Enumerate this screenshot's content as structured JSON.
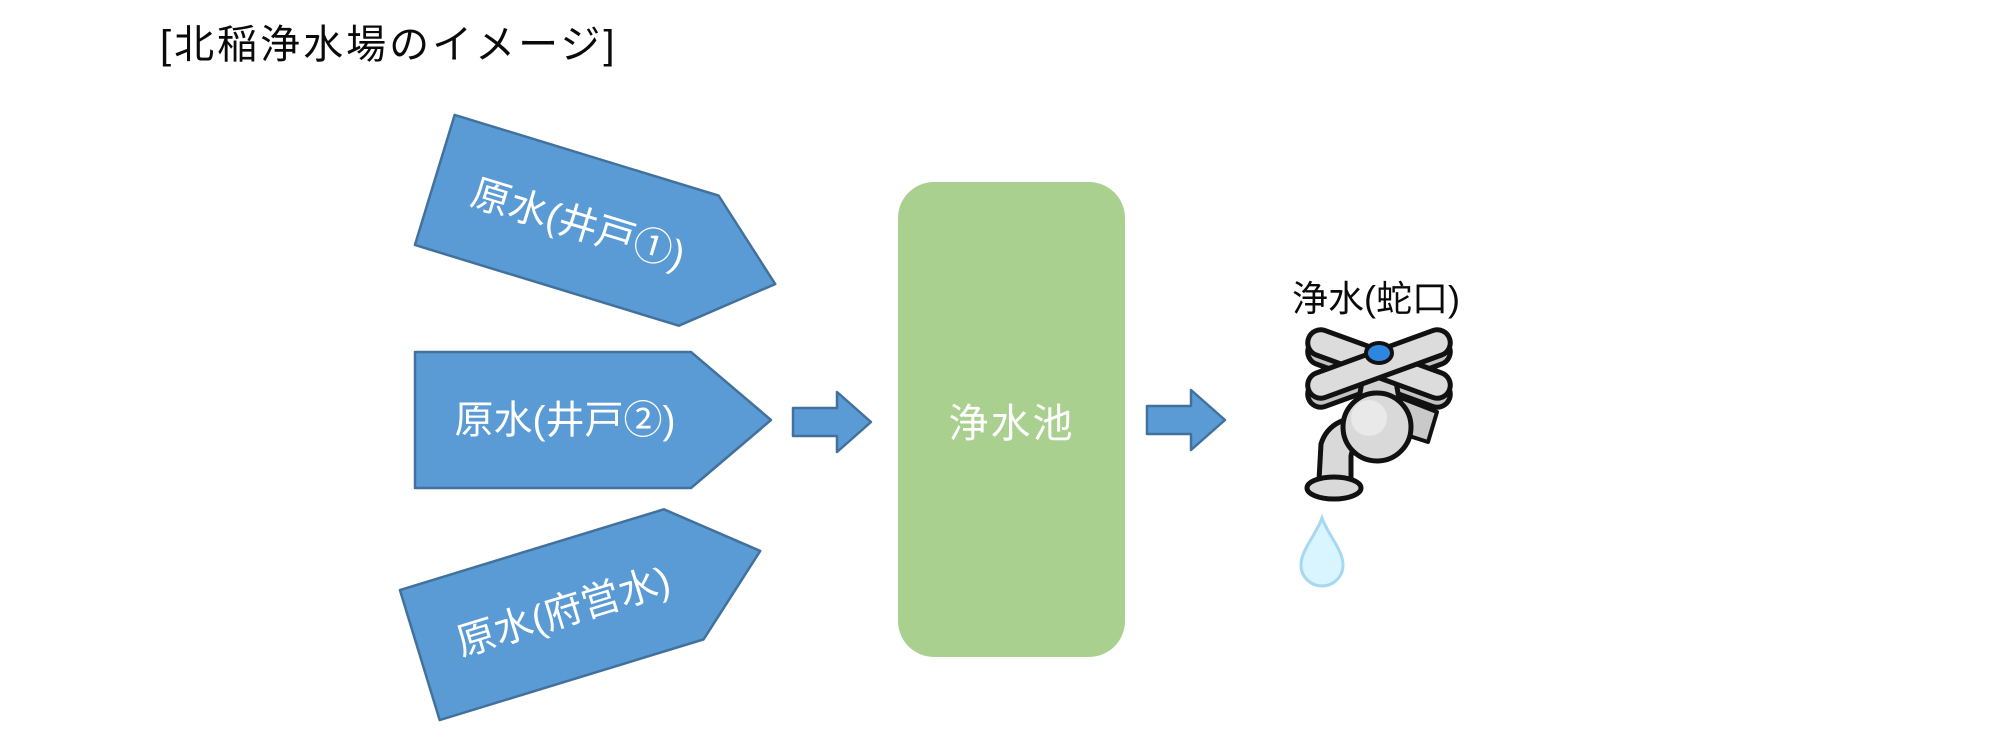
{
  "title": "[北稲浄水場のイメージ]",
  "diagram": {
    "sources": [
      {
        "label": "原水(井戸①)"
      },
      {
        "label": "原水(井戸②)"
      },
      {
        "label": "原水(府営水)"
      }
    ],
    "process": {
      "label": "浄水池"
    },
    "output": {
      "label": "浄水(蛇口)"
    },
    "flow_icons": [
      "right-block-arrow",
      "right-block-arrow"
    ]
  },
  "icons": {
    "faucet": "faucet-icon",
    "water_drop": "water-drop-icon"
  },
  "colors": {
    "source_arrow_fill": "#5B9BD5",
    "source_arrow_border": "#41719C",
    "process_box_fill": "#A9D08E",
    "shape_text": "#FFFFFF",
    "title_text": "#0A0A0A",
    "faucet_gray": "#D9D9D9",
    "faucet_knob_blue": "#2E86E0",
    "water_drop_fill": "#D9F5FF"
  }
}
